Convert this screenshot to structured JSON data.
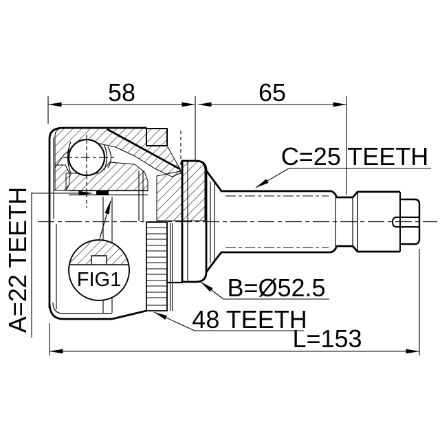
{
  "drawing": {
    "type": "cv-joint-outer-technical-drawing",
    "fig_label": "FIG1",
    "dimensions": {
      "housing_length": "58",
      "shaft_length": "65",
      "overall_length": "L=153",
      "inner_spline_teeth": "A=22 TEETH",
      "outer_spline_teeth": "C=25 TEETH",
      "abs_ring_teeth": "48 TEETH",
      "body_diameter": "B=Ø52.5"
    },
    "colors": {
      "line": "#000000",
      "background": "#ffffff"
    }
  }
}
